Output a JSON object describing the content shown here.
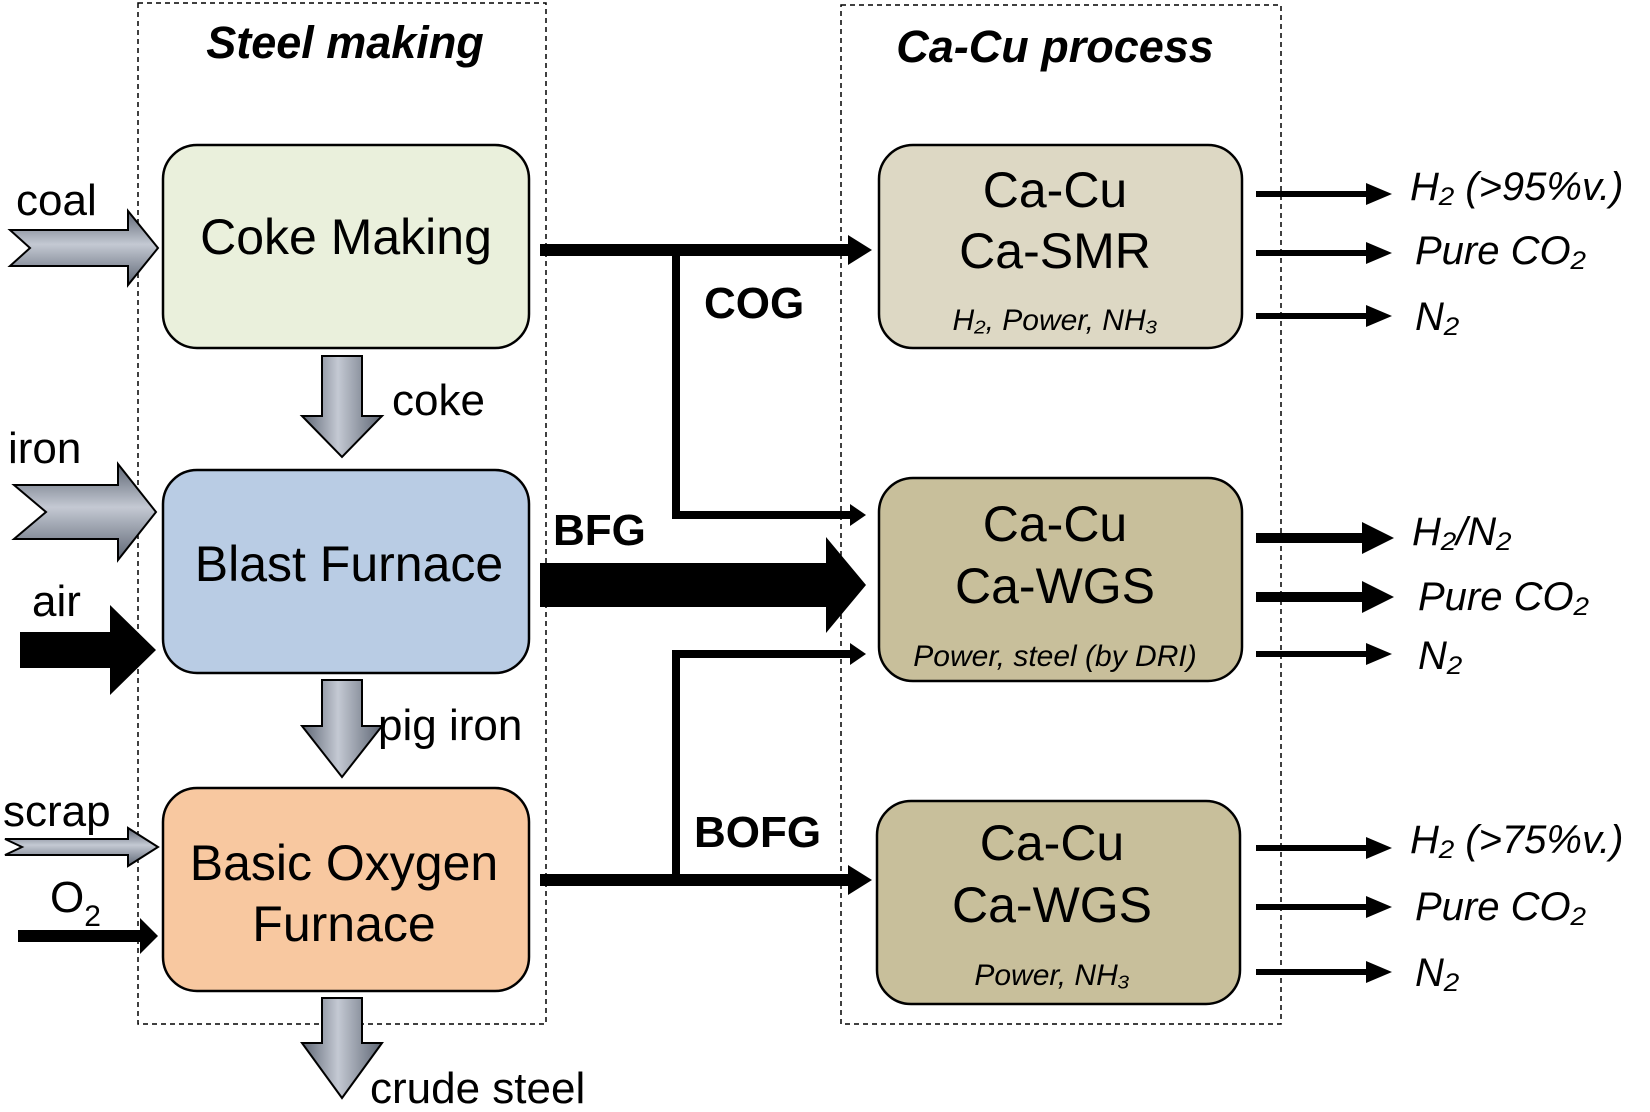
{
  "colors": {
    "coke_box": "#eaf0dc",
    "blast_box": "#b9cce4",
    "bof_box": "#f8c8a0",
    "smr_box": "#ddd8c4",
    "wgs_box": "#c8bf9b",
    "stroke": "#000000",
    "block_arrow_dark": "#5e6674",
    "block_arrow_light": "#c4c9d3"
  },
  "groups": {
    "steel_making": "Steel making",
    "cacu_process": "Ca-Cu process"
  },
  "steel_boxes": {
    "coke_making": "Coke Making",
    "blast_furnace": "Blast Furnace",
    "bof_line1": "Basic Oxygen",
    "bof_line2": "Furnace"
  },
  "inputs": {
    "coal": "coal",
    "iron": "iron",
    "air": "air",
    "scrap": "scrap",
    "o2": "O",
    "o2_sub": "2"
  },
  "intermediates": {
    "coke": "coke",
    "pig_iron": "pig iron",
    "crude_steel": "crude steel"
  },
  "gases": {
    "cog": "COG",
    "bfg": "BFG",
    "bofg": "BOFG"
  },
  "cacu_boxes": {
    "smr": {
      "line1": "Ca-Cu",
      "line2": "Ca-SMR",
      "products": "H₂, Power,  NH₃"
    },
    "wgs1": {
      "line1": "Ca-Cu",
      "line2": "Ca-WGS",
      "products": "Power,  steel (by DRI)"
    },
    "wgs2": {
      "line1": "Ca-Cu",
      "line2": "Ca-WGS",
      "products": "Power,  NH₃"
    }
  },
  "outputs": {
    "smr": [
      "H₂ (>95%v.)",
      "Pure CO₂",
      "N₂"
    ],
    "wgs1": [
      "H₂/N₂",
      "Pure CO₂",
      "N₂"
    ],
    "wgs2": [
      "H₂ (>75%v.)",
      "Pure CO₂",
      "N₂"
    ]
  }
}
